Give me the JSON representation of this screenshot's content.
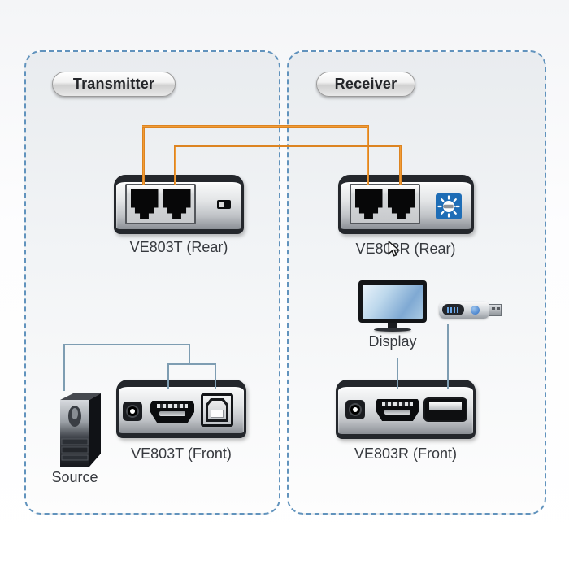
{
  "transmitter": {
    "title": "Transmitter",
    "rear_label": "VE803T (Rear)",
    "front_label": "VE803T (Front)",
    "source_label": "Source"
  },
  "receiver": {
    "title": "Receiver",
    "rear_label": "VE803R (Rear)",
    "front_label": "VE803R (Front)",
    "display_label": "Display"
  },
  "icons": {
    "rj45_port": "ethernet-rj45-jack",
    "dip_switch": "slide-switch",
    "video_adjust": "video-adjust-pushbutton",
    "power_jack": "dc-power-jack",
    "hdmi_port": "hdmi-port",
    "usb_b_port": "usb-type-b-port",
    "usb_a_port": "usb-type-a-port",
    "display": "lcd-monitor",
    "usb_drive": "usb-flash-drive",
    "source": "computer-tower",
    "cursor": "mouse-pointer"
  },
  "colors": {
    "cable_orange": "#E8861F",
    "wire_blue_gray": "#7E9DB2",
    "panel_dashed_border": "#6193BD",
    "adjust_icon_blue": "#1E6DB6"
  },
  "connections": {
    "cables": [
      {
        "from": "VE803T rear port 1",
        "to": "VE803R rear port 1"
      },
      {
        "from": "VE803T rear port 2",
        "to": "VE803R rear port 2"
      }
    ],
    "wires": [
      {
        "from": "Source",
        "to": "VE803T front HDMI and USB-B ports"
      },
      {
        "from": "Display",
        "to": "VE803R front HDMI port"
      },
      {
        "from": "USB drive",
        "to": "VE803R front USB-A port"
      }
    ]
  }
}
